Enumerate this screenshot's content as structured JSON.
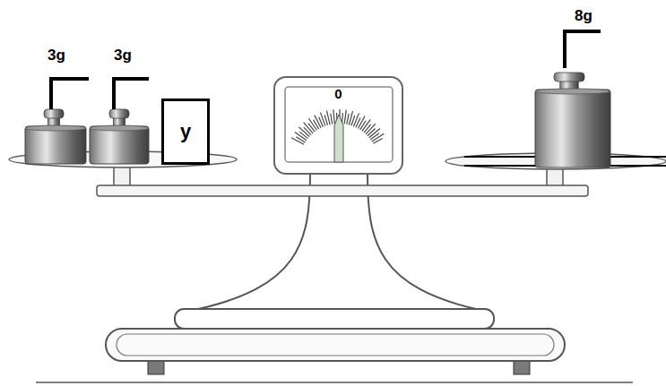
{
  "diagram": {
    "nodes": [
      {
        "text": [
          "y"
        ]
      },
      {
        "text": [
          "0"
        ]
      }
    ],
    "labels": [
      "3g",
      "3g",
      "8g"
    ]
  }
}
